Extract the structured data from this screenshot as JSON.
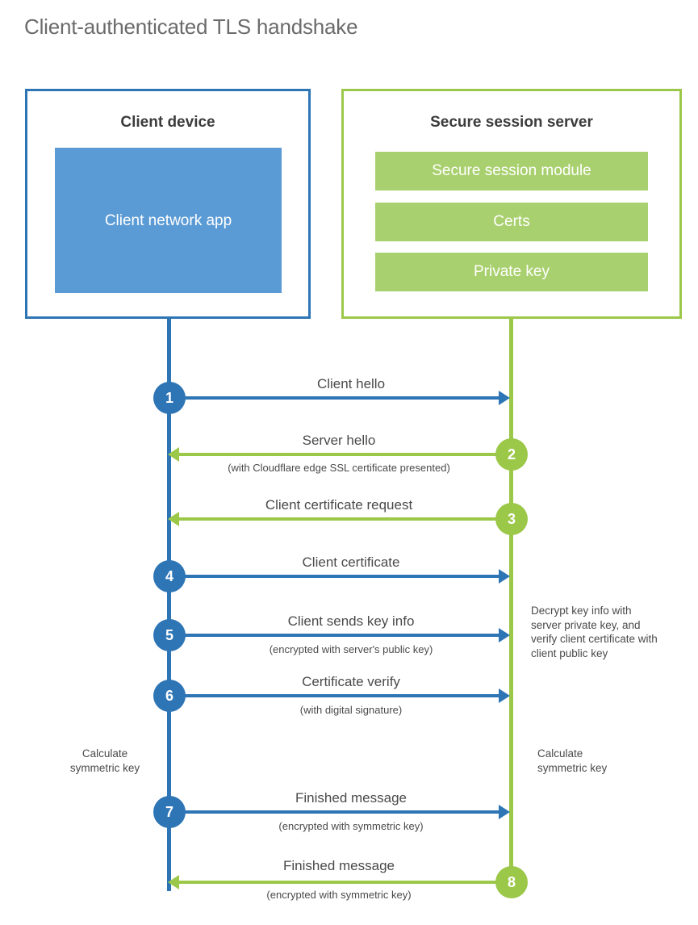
{
  "title": "Client-authenticated TLS handshake",
  "colors": {
    "client_blue": "#2E75B6",
    "client_app_fill": "#5B9BD5",
    "server_green": "#9CC84A",
    "server_item_fill": "#A9D06E",
    "text": "#4a4a4a",
    "title_text": "#6b6b6b"
  },
  "client": {
    "title": "Client device",
    "app_label": "Client network app"
  },
  "server": {
    "title": "Secure session server",
    "items": [
      {
        "label": "Secure session module"
      },
      {
        "label": "Certs"
      },
      {
        "label": "Private key"
      }
    ]
  },
  "steps": [
    {
      "number": "1",
      "label": "Client hello",
      "sublabel": "",
      "direction": "client-to-server",
      "origin": "client"
    },
    {
      "number": "2",
      "label": "Server hello",
      "sublabel": "(with Cloudflare edge SSL certificate presented)",
      "direction": "server-to-client",
      "origin": "server"
    },
    {
      "number": "3",
      "label": "Client certificate request",
      "sublabel": "",
      "direction": "server-to-client",
      "origin": "server"
    },
    {
      "number": "4",
      "label": "Client certificate",
      "sublabel": "",
      "direction": "client-to-server",
      "origin": "client"
    },
    {
      "number": "5",
      "label": "Client sends key info",
      "sublabel": "(encrypted with server's public key)",
      "direction": "client-to-server",
      "origin": "client"
    },
    {
      "number": "6",
      "label": "Certificate verify",
      "sublabel": "(with digital signature)",
      "direction": "client-to-server",
      "origin": "client"
    },
    {
      "number": "7",
      "label": "Finished message",
      "sublabel": "(encrypted with symmetric key)",
      "direction": "client-to-server",
      "origin": "client"
    },
    {
      "number": "8",
      "label": "Finished message",
      "sublabel": "(encrypted with symmetric key)",
      "direction": "server-to-client",
      "origin": "server"
    }
  ],
  "notes": {
    "server_decrypt": "Decrypt key info with server private key, and verify client certificate with client public key",
    "client_calculate": "Calculate symmetric key",
    "server_calculate": "Calculate symmetric key"
  }
}
